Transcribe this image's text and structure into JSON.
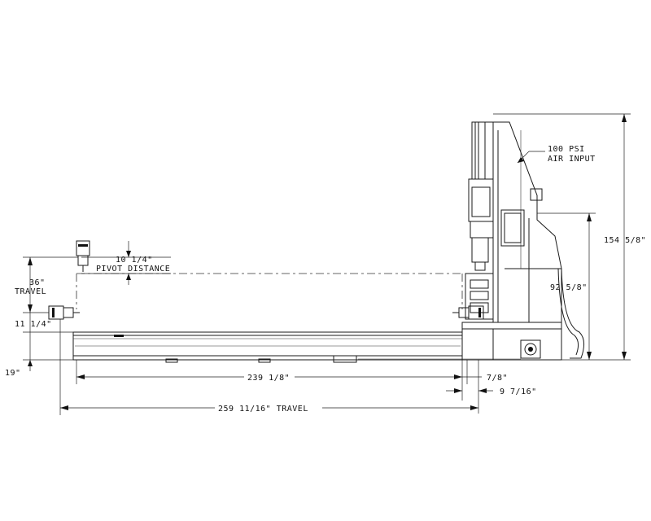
{
  "labels": {
    "air_psi": "100 PSI",
    "air_input": "AIR INPUT",
    "overall_height": "154 5/8\"",
    "column_height": "92 5/8\"",
    "pivot_value": "10 1/4\"",
    "pivot_label": "PIVOT DISTANCE",
    "vertical_travel_value": "36\"",
    "vertical_travel_label": "TRAVEL",
    "lower_offset": "11 1/4\"",
    "base_height": "19\"",
    "table_length": "239 1/8\"",
    "small_offset": "7/8\"",
    "rail_offset": "9 7/16\"",
    "total_travel": "259 11/16\" TRAVEL"
  }
}
